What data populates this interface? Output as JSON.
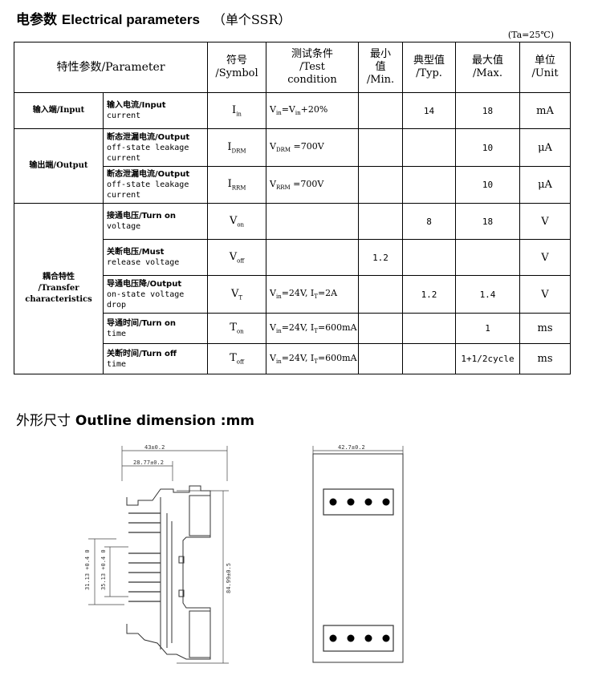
{
  "header": {
    "zh": "电参数",
    "en": "Electrical parameters",
    "note": "（单个SSR）",
    "ta": "(Ta=25℃)"
  },
  "table": {
    "head": {
      "param": "特性参数/Parameter",
      "symbol_zh": "符号",
      "symbol_en": "/Symbol",
      "cond_zh": "测试条件",
      "cond_en1": "/Test",
      "cond_en2": "condition",
      "min_zh1": "最小",
      "min_zh2": "值",
      "min_en": "/Min.",
      "typ_zh": "典型值",
      "typ_en": "/Typ.",
      "max_zh": "最大值",
      "max_en": "/Max.",
      "unit_zh": "单位",
      "unit_en": "/Unit"
    },
    "groups": {
      "input": "输入端/Input",
      "output": "输出端/Output",
      "transfer_zh": "耦合特性",
      "transfer_en1": "/Transfer",
      "transfer_en2": "characteristics"
    },
    "rows": [
      {
        "desc_zh": "输入电流/Input",
        "desc_en": "current",
        "sym": "I",
        "sym_sub": "in",
        "cond": "V<sub>in</sub>=V<sub>in</sub>+20%",
        "min": "",
        "typ": "14",
        "max": "18",
        "unit": "mA"
      },
      {
        "desc_zh": "断态泄漏电流/Output",
        "desc_en": "off-state leakage current",
        "sym": "I",
        "sym_sub": "DRM",
        "cond": "V<sub>DRM</sub> =700V",
        "min": "",
        "typ": "",
        "max": "10",
        "unit": "μA"
      },
      {
        "desc_zh": "断态泄漏电流/Output",
        "desc_en": "off-state leakage current",
        "sym": "I",
        "sym_sub": "RRM",
        "cond": "V<sub>RRM</sub> =700V",
        "min": "",
        "typ": "",
        "max": "10",
        "unit": "μA"
      },
      {
        "desc_zh": "接通电压/Turn on",
        "desc_en": "voltage",
        "sym": "V",
        "sym_sub": "on",
        "cond": "",
        "min": "",
        "typ": "8",
        "max": "18",
        "unit": "V"
      },
      {
        "desc_zh": "关断电压/Must",
        "desc_en": "release voltage",
        "sym": "V",
        "sym_sub": "off",
        "cond": "",
        "min": "1.2",
        "typ": "",
        "max": "",
        "unit": "V"
      },
      {
        "desc_zh": "导通电压降/Output",
        "desc_en": "on-state voltage drop",
        "sym": "V",
        "sym_sub": "T",
        "cond": "V<sub>in</sub>=24V, I<sub>T</sub>=2A",
        "min": "",
        "typ": "1.2",
        "max": "1.4",
        "unit": "V"
      },
      {
        "desc_zh": "导通时间/Turn on",
        "desc_en": "time",
        "sym": "T",
        "sym_sub": "on",
        "cond": "V<sub>in</sub>=24V, I<sub>T</sub>=600mA",
        "min": "",
        "typ": "",
        "max": "1",
        "unit": "ms"
      },
      {
        "desc_zh": "关断时间/Turn off",
        "desc_en": "time",
        "sym": "T",
        "sym_sub": "off",
        "cond": "V<sub>in</sub>=24V, I<sub>T</sub>=600mA",
        "min": "",
        "typ": "",
        "max": "1+1/2cycle",
        "unit": "ms"
      }
    ]
  },
  "outline": {
    "zh": "外形尺寸",
    "en": "Outline dimension :mm",
    "dims": {
      "width_total": "43±0.2",
      "width_inner": "28.77±0.2",
      "height_total": "84.99±0.5",
      "dim_a": "31.13 +0.4 0",
      "dim_b": "35.13 +0.4 0",
      "front_width": "42.7±0.2"
    }
  }
}
